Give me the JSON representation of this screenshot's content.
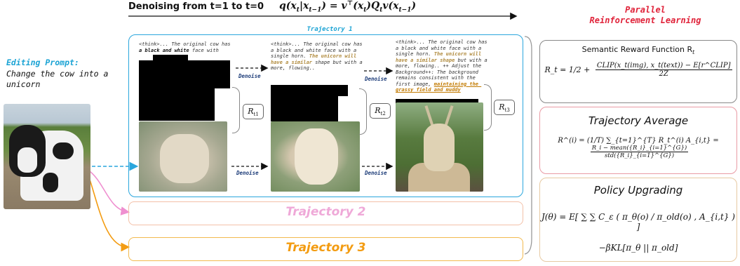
{
  "header": {
    "denoise_label": "Denoising from t=1 to t=0",
    "equation": "q(x_t|x_{t-1}) = v^T(x_t) Q_t v(x_{t-1})",
    "parallel_line1": "Parallel",
    "parallel_line2": "Reinforcement Learning"
  },
  "editing": {
    "title": "Editing Prompt:",
    "text": "Change the cow into a unicorn"
  },
  "trajectory1": {
    "label": "Trajectory 1",
    "think1_pre": "<think>... The original cow has ",
    "think1_bold": "a black and white",
    "think1_post": " face with",
    "think2_pre": "<think>... The original cow has a black and white face with a single horn. ",
    "think2_h": "The unicorn will have a similar",
    "think2_post": " shape but with a more, flowing..",
    "think3_pre": "<think>... The original cow has a black and white face with a single horn. ",
    "think3_h": "The unicorn will have a similar shape",
    "think3_mid": " but with a more, flowing.. ++ Adjust the Background++: The background remains consistent with the first image, ",
    "think3_hb": "maintaining the grassy field and muddy",
    "denoise": "Denoise",
    "rewards": [
      "R",
      "R",
      "R"
    ],
    "reward_subs": [
      "t1",
      "t2",
      "t3"
    ]
  },
  "trajectory2": {
    "label": "Trajectory 2"
  },
  "trajectory3": {
    "label": "Trajectory 3"
  },
  "panels": {
    "semantic_title": "Semantic Reward Function R",
    "semantic_title_sub": "t",
    "semantic_formula_lhs": "R_t = 1/2 +",
    "semantic_formula_num": "CLIP(x_t(img), x_t(text)) − E[r^CLIP]",
    "semantic_formula_den": "2Z",
    "traj_title": "Trajectory Average",
    "traj_formula_lhs": "R^(i) = (1/T) ∑_{t=1}^{T} R_t^(i)   A_{i,t} =",
    "traj_formula_num": "R_i − mean({R_i}_{i=1}^{G})",
    "traj_formula_den": "std({R_i}_{i=1}^{G})",
    "policy_title": "Policy Upgrading",
    "policy_formula_line1": "J(θ) = E[ ∑ ∑ C_ε ( π_θ(o) / π_old(o) , A_{i,t} ) ]",
    "policy_formula_line2": "−βKL[π_θ || π_old]"
  },
  "colors": {
    "trajectory1": "#2aa6dd",
    "trajectory2": "#efa9d8",
    "trajectory3": "#f39c12",
    "parallel": "#e0233a",
    "editing_title": "#1ba3d4"
  }
}
